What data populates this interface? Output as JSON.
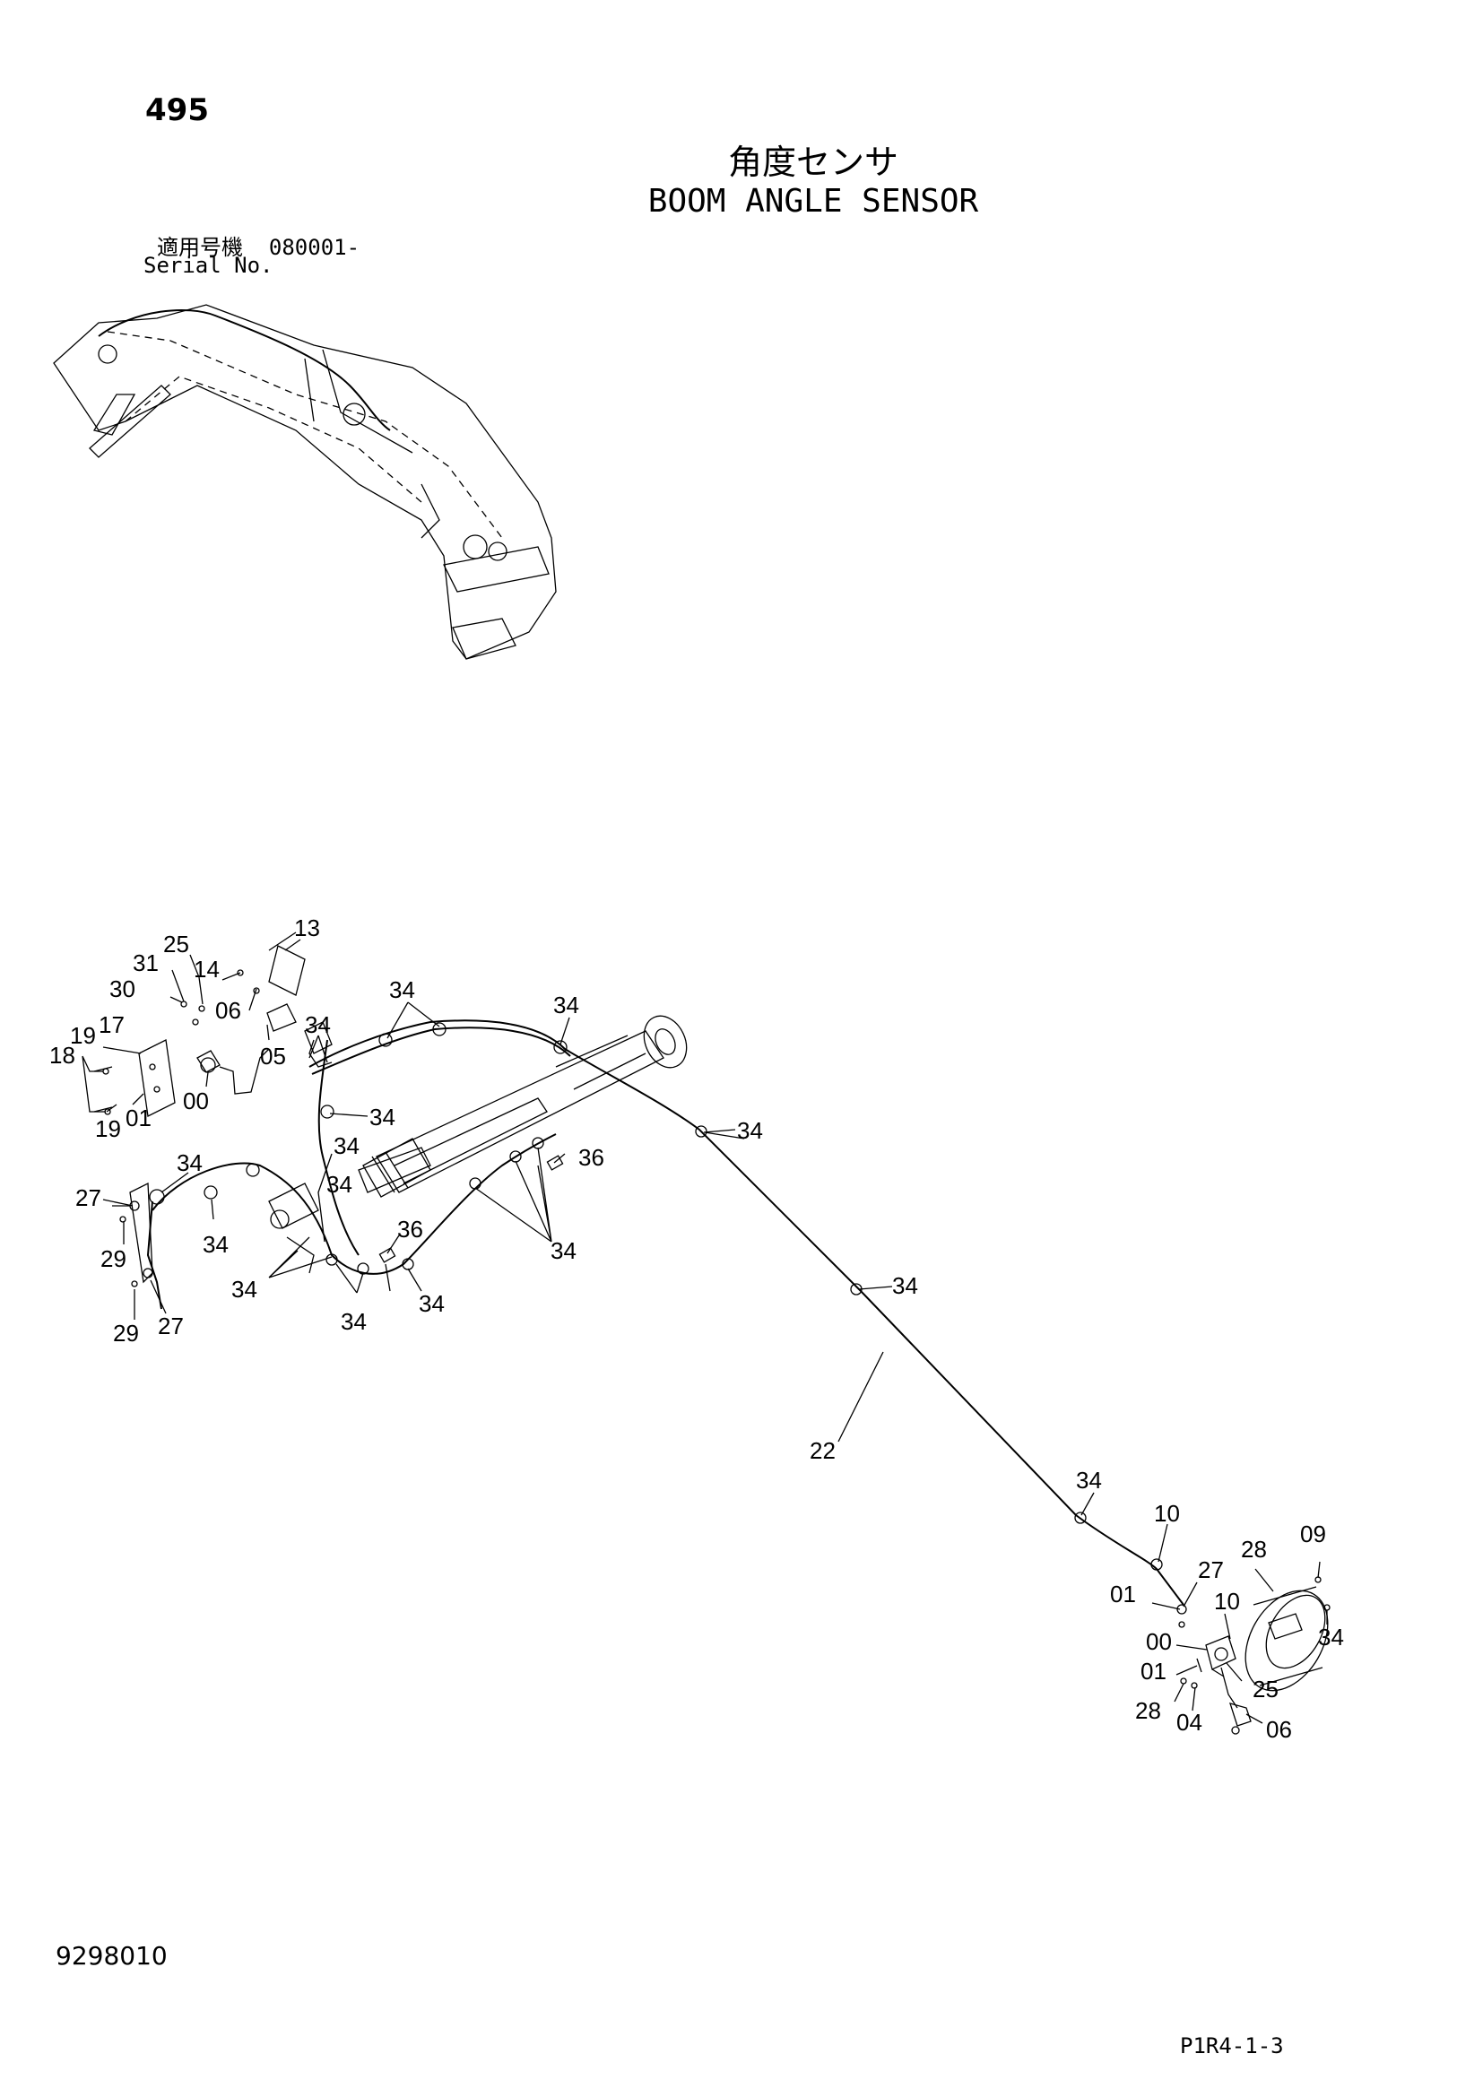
{
  "header": {
    "page_number": "495",
    "title_jp": "角度センサ",
    "title_en": "BOOM ANGLE SENSOR",
    "serial_label_jp": "適用号機",
    "serial_value": "080001-",
    "serial_label_en": "Serial No."
  },
  "footer": {
    "document_number": "9298010",
    "reference_code": "P1R4-1-3"
  },
  "callouts": [
    {
      "id": "c01",
      "text": "13"
    },
    {
      "id": "c02",
      "text": "25"
    },
    {
      "id": "c03",
      "text": "31"
    },
    {
      "id": "c04",
      "text": "14"
    },
    {
      "id": "c05",
      "text": "30"
    },
    {
      "id": "c06",
      "text": "06"
    },
    {
      "id": "c07",
      "text": "34"
    },
    {
      "id": "c08",
      "text": "34"
    },
    {
      "id": "c09",
      "text": "34"
    },
    {
      "id": "c10",
      "text": "19"
    },
    {
      "id": "c11",
      "text": "17"
    },
    {
      "id": "c12",
      "text": "18"
    },
    {
      "id": "c13",
      "text": "00"
    },
    {
      "id": "c14",
      "text": "05"
    },
    {
      "id": "c15",
      "text": "19"
    },
    {
      "id": "c16",
      "text": "01"
    },
    {
      "id": "c17",
      "text": "34"
    },
    {
      "id": "c18",
      "text": "34"
    },
    {
      "id": "c19",
      "text": "34"
    },
    {
      "id": "c20",
      "text": "36"
    },
    {
      "id": "c21",
      "text": "34"
    },
    {
      "id": "c22",
      "text": "27"
    },
    {
      "id": "c23",
      "text": "34"
    },
    {
      "id": "c24",
      "text": "34"
    },
    {
      "id": "c25",
      "text": "36"
    },
    {
      "id": "c26",
      "text": "29"
    },
    {
      "id": "c27",
      "text": "34"
    },
    {
      "id": "c28",
      "text": "34"
    },
    {
      "id": "c29",
      "text": "34"
    },
    {
      "id": "c30",
      "text": "34"
    },
    {
      "id": "c31",
      "text": "29"
    },
    {
      "id": "c32",
      "text": "27"
    },
    {
      "id": "c33",
      "text": "22"
    },
    {
      "id": "c34",
      "text": "34"
    },
    {
      "id": "c35",
      "text": "34"
    },
    {
      "id": "c36",
      "text": "10"
    },
    {
      "id": "c37",
      "text": "09"
    },
    {
      "id": "c38",
      "text": "28"
    },
    {
      "id": "c39",
      "text": "27"
    },
    {
      "id": "c40",
      "text": "01"
    },
    {
      "id": "c41",
      "text": "10"
    },
    {
      "id": "c42",
      "text": "34"
    },
    {
      "id": "c43",
      "text": "00"
    },
    {
      "id": "c44",
      "text": "01"
    },
    {
      "id": "c45",
      "text": "25"
    },
    {
      "id": "c46",
      "text": "28"
    },
    {
      "id": "c47",
      "text": "04"
    },
    {
      "id": "c48",
      "text": "06"
    }
  ]
}
